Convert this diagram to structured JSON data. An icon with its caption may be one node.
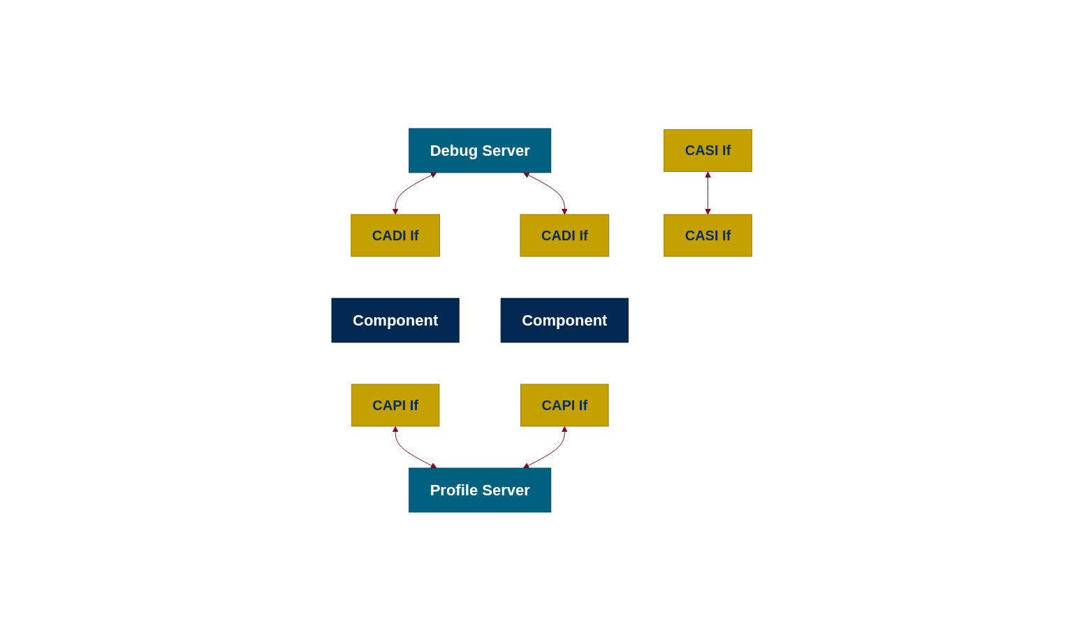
{
  "diagram": {
    "nodes": [
      {
        "text": [
          "Debug Server"
        ]
      },
      {
        "text": [
          "CADI If"
        ]
      },
      {
        "text": [
          "Component"
        ]
      },
      {
        "text": [
          "CASI If"
        ]
      },
      {
        "text": [
          "CAPI If"
        ]
      },
      {
        "text": [
          "CADI If"
        ]
      },
      {
        "text": [
          "CASI If"
        ]
      },
      {
        "text": [
          "Component"
        ]
      },
      {
        "text": [
          "CAPI If"
        ]
      },
      {
        "text": [
          "Profile Server"
        ]
      }
    ],
    "edges": [
      {
        "from": 0,
        "to": 1,
        "arrow": "both"
      },
      {
        "from": 0,
        "to": 5,
        "arrow": "both"
      },
      {
        "from": 3,
        "to": 6,
        "arrow": "both"
      },
      {
        "from": 4,
        "to": 9,
        "arrow": "both"
      },
      {
        "from": 8,
        "to": 9,
        "arrow": "both"
      }
    ]
  }
}
